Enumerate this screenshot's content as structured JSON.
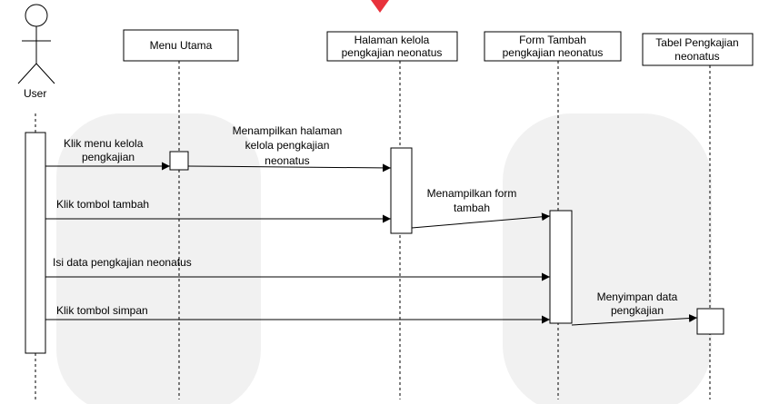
{
  "diagram": {
    "type": "sequence",
    "actor": {
      "label": "User"
    },
    "lifelines": [
      {
        "id": "menu_utama",
        "lines": [
          "Menu Utama"
        ]
      },
      {
        "id": "halaman_kelola",
        "lines": [
          "Halaman kelola",
          "pengkajian neonatus"
        ]
      },
      {
        "id": "form_tambah",
        "lines": [
          "Form Tambah",
          "pengkajian neonatus"
        ]
      },
      {
        "id": "tabel",
        "lines": [
          "Tabel Pengkajian",
          "neonatus"
        ]
      }
    ],
    "messages": [
      {
        "from": "user",
        "to": "menu_utama",
        "lines": [
          "Klik menu kelola",
          "pengkajian"
        ]
      },
      {
        "from": "menu_utama",
        "to": "halaman_kelola",
        "lines": [
          "Menampilkan halaman",
          "kelola pengkajian",
          "neonatus"
        ]
      },
      {
        "from": "user",
        "to": "halaman_kelola",
        "lines": [
          "Klik tombol tambah"
        ]
      },
      {
        "from": "halaman_kelola",
        "to": "form_tambah",
        "lines": [
          "Menampilkan form",
          "tambah"
        ]
      },
      {
        "from": "user",
        "to": "form_tambah",
        "lines": [
          "Isi data pengkajian neonatus"
        ]
      },
      {
        "from": "user",
        "to": "form_tambah",
        "lines": [
          "Klik tombol simpan"
        ]
      },
      {
        "from": "form_tambah",
        "to": "tabel",
        "lines": [
          "Menyimpan data",
          "pengkajian"
        ]
      }
    ]
  },
  "colors": {
    "line": "#000000",
    "watermark_shape": "#f1f1f1",
    "watermark_accent": "#e8323c"
  }
}
